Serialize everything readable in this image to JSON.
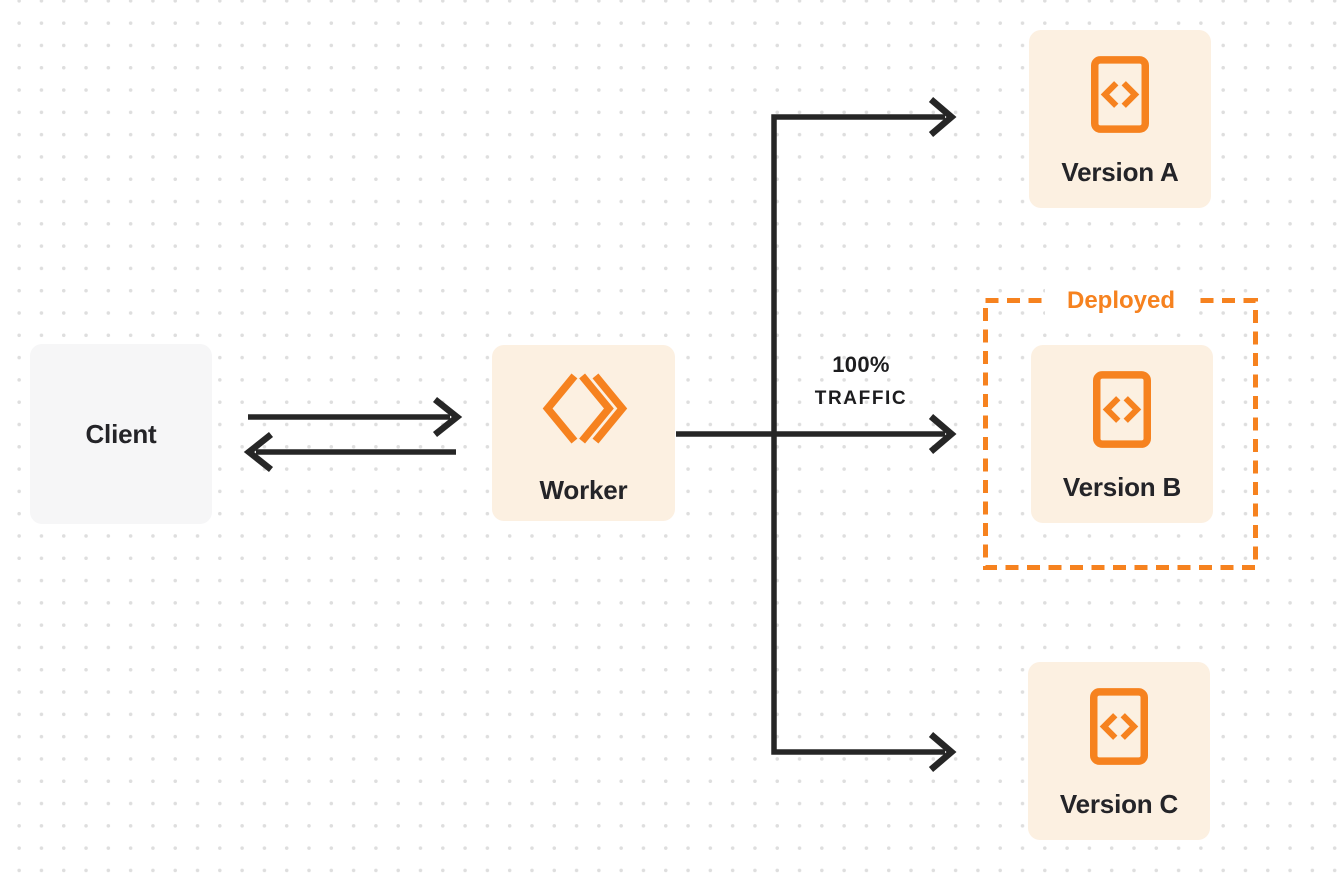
{
  "diagram": {
    "title": "worker-traffic-deployment-diagram",
    "client": {
      "label": "Client"
    },
    "worker": {
      "label": "Worker",
      "icon": "workers-logo-icon"
    },
    "traffic": {
      "percent": "100%",
      "word": "TRAFFIC"
    },
    "deployed_group": {
      "label": "Deployed"
    },
    "versions": [
      {
        "label": "Version A",
        "icon": "code-file-icon"
      },
      {
        "label": "Version B",
        "icon": "code-file-icon"
      },
      {
        "label": "Version C",
        "icon": "code-file-icon"
      }
    ],
    "colors": {
      "accent_orange": "#F6821F",
      "node_cream_bg": "#FCF0E1",
      "client_gray_bg": "#F6F6F7",
      "arrow_dark": "#262626",
      "text_dark": "#242428",
      "dot_grid": "#DEDEDE"
    }
  }
}
